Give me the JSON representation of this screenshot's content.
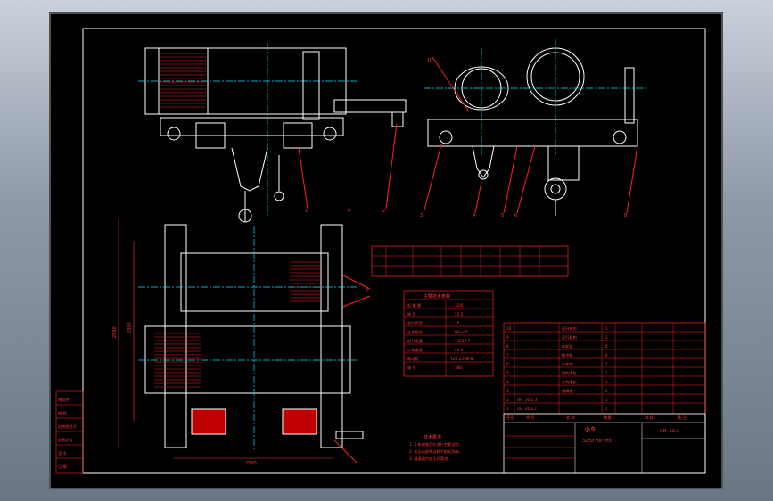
{
  "drawing": {
    "background": "#000000",
    "frame_color": "#ffffff",
    "accent_red": "#ff2020",
    "center_line": "#00e5ff",
    "dim_color": "#ff3b3b"
  },
  "title_block": {
    "name": "小车",
    "spec": "32/5t H8~H5",
    "code": "UH. 12.2"
  },
  "dimensions": {
    "width_main": "2500",
    "height_main": "2860",
    "height_inner": "2300"
  },
  "callouts": [
    "1",
    "2",
    "3",
    "4",
    "5",
    "6",
    "7",
    "8",
    "9",
    "10"
  ],
  "param_table": {
    "title": "主要技术参数",
    "rows": [
      [
        "起 重 量",
        "32/5"
      ],
      [
        "跨 度",
        "22.5"
      ],
      [
        "起升高度",
        "16"
      ],
      [
        "工作级别",
        "H8~H5"
      ],
      [
        "起升速度",
        "7.5/19.7"
      ],
      [
        "小车速度",
        "42.4"
      ],
      [
        "电动机",
        "YZR 225M-8"
      ],
      [
        "电 压",
        "380"
      ]
    ]
  },
  "notes": {
    "heading": "技术要求",
    "lines": [
      "1. 小车组装后应进行空载试验。",
      "2. 各运动部件运转平稳无异响。",
      "3. 减速器内加注润滑油。"
    ]
  },
  "parts_list": {
    "rows": [
      [
        "10",
        "起升机构",
        "1"
      ],
      [
        "9",
        "运行机构",
        "1"
      ],
      [
        "8",
        "车轮组",
        "4"
      ],
      [
        "7",
        "缓冲器",
        "4"
      ],
      [
        "6",
        "小车架",
        "1"
      ],
      [
        "5",
        "副钩滑轮",
        "1"
      ],
      [
        "4",
        "主钩滑轮",
        "1"
      ],
      [
        "3",
        "排障板",
        "2"
      ],
      [
        "2",
        "UH. 20.2.3",
        "1"
      ],
      [
        "1",
        "UH. 20.2.1",
        "1"
      ]
    ],
    "header": [
      "序号",
      "代 号",
      "名 称",
      "数量",
      "材 料",
      "备 注"
    ]
  },
  "left_strip": {
    "labels": [
      "借用件",
      "描 校",
      "旧底图总号",
      "底图总号",
      "签 字",
      "日 期"
    ]
  }
}
